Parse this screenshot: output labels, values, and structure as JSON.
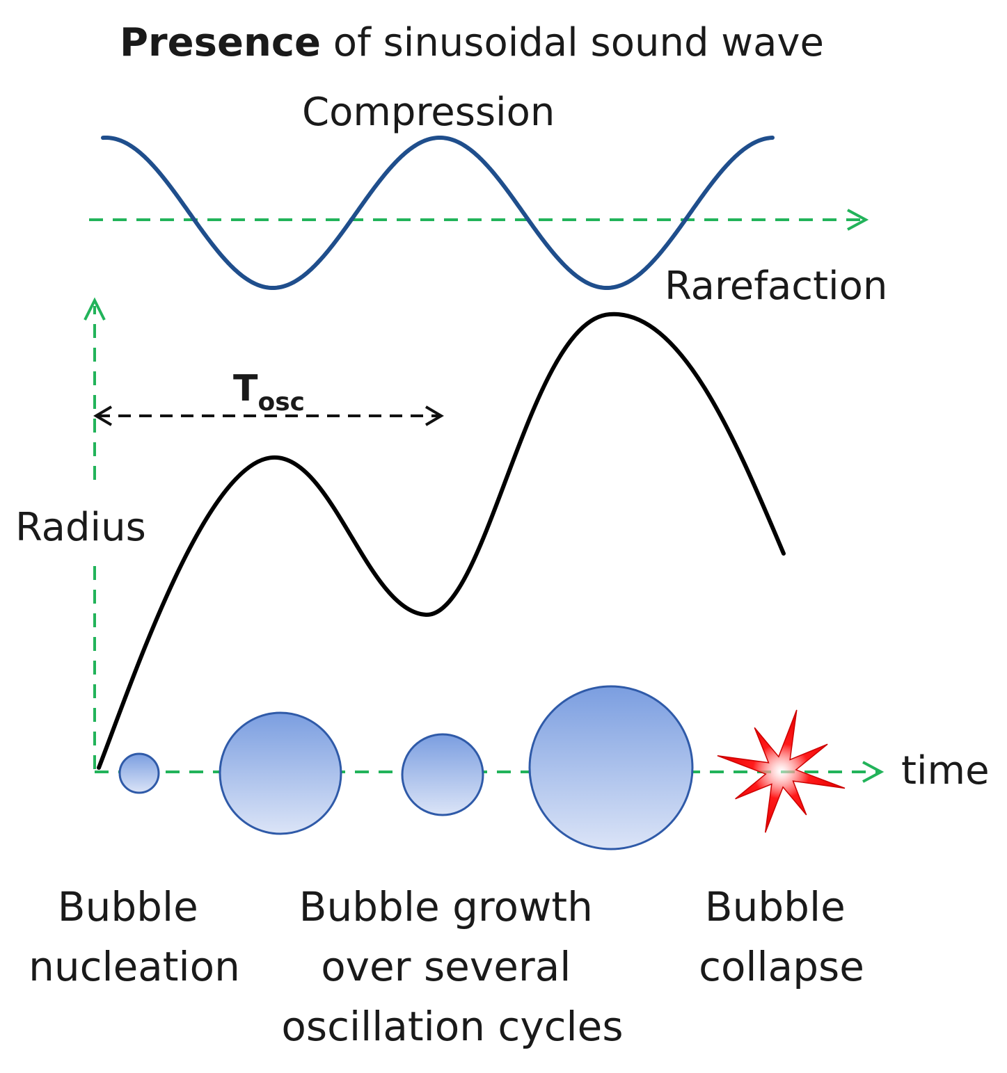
{
  "title": {
    "bold": "Presence",
    "rest": " of sinusoidal sound wave"
  },
  "labels": {
    "compression": "Compression",
    "rarefaction": "Rarefaction",
    "period_main": "T",
    "period_sub": "osc",
    "y_axis": "Radius",
    "x_axis": "time"
  },
  "stages": [
    {
      "lines": [
        "Bubble",
        "nucleation"
      ]
    },
    {
      "lines": [
        "Bubble growth",
        "over several",
        "oscillation cycles"
      ]
    },
    {
      "lines": [
        "Bubble",
        "collapse"
      ]
    }
  ],
  "colors": {
    "sound_wave": "#1f4e8c",
    "axes": "#22b35a",
    "radius_curve": "#000000",
    "period_arrow": "#111111",
    "bubble_fill_top": "#7b9ee0",
    "bubble_fill_bottom": "#dbe4f7",
    "bubble_stroke": "#2f5aa8",
    "collapse_star": "#ff1a1a"
  },
  "icons": {
    "collapse": "red-starburst-icon"
  }
}
